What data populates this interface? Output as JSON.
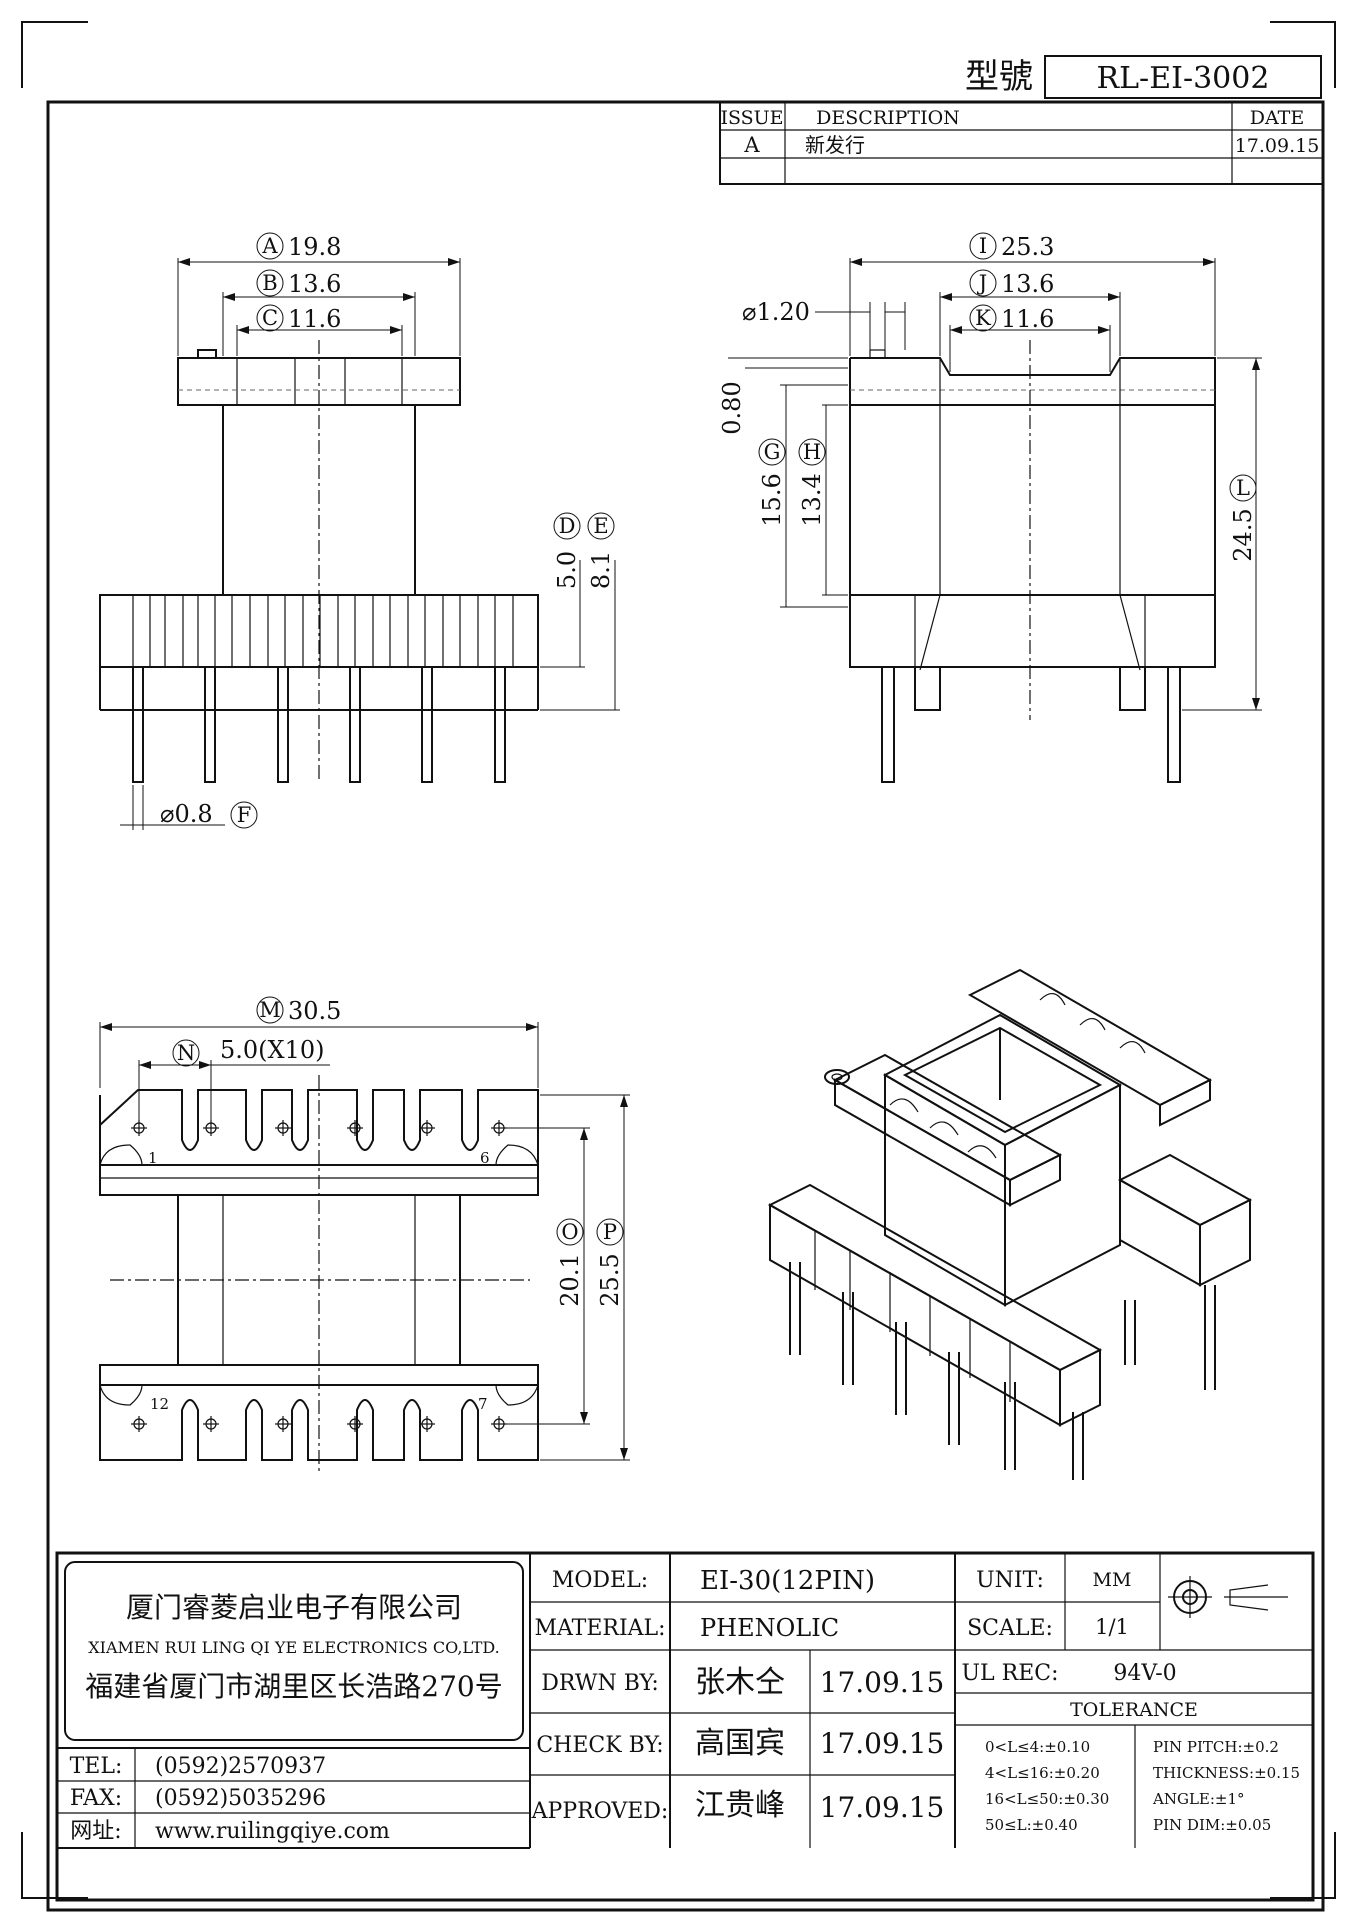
{
  "header": {
    "model_label": "型號",
    "model_value": "RL-EI-3002"
  },
  "revision": {
    "col_issue": "ISSUE",
    "col_description": "DESCRIPTION",
    "col_date": "DATE",
    "row_issue": "A",
    "row_description": "新发行",
    "row_date": "17.09.15"
  },
  "dims": {
    "A": {
      "letter": "A",
      "value": "19.8"
    },
    "B": {
      "letter": "B",
      "value": "13.6"
    },
    "C": {
      "letter": "C",
      "value": "11.6"
    },
    "D": {
      "letter": "D",
      "value": "5.0"
    },
    "E": {
      "letter": "E",
      "value": "8.1"
    },
    "F": {
      "letter": "F",
      "value": "⌀0.8"
    },
    "G": {
      "letter": "G",
      "value": "15.6"
    },
    "H": {
      "letter": "H",
      "value": "13.4"
    },
    "I": {
      "letter": "I",
      "value": "25.3"
    },
    "J": {
      "letter": "J",
      "value": "13.6"
    },
    "K": {
      "letter": "K",
      "value": "11.6"
    },
    "L": {
      "letter": "L",
      "value": "24.5"
    },
    "M": {
      "letter": "M",
      "value": "30.5"
    },
    "N": {
      "letter": "N",
      "value": "5.0(X10)"
    },
    "O": {
      "letter": "O",
      "value": "20.1"
    },
    "P": {
      "letter": "P",
      "value": "25.5"
    },
    "pin_hole": "⌀1.20",
    "flange": "0.80"
  },
  "pins": {
    "p1": "1",
    "p6": "6",
    "p7": "7",
    "p12": "12"
  },
  "company": {
    "name_cn": "厦门睿菱启业电子有限公司",
    "name_en": "XIAMEN RUI LING QI YE ELECTRONICS CO,LTD.",
    "address": "福建省厦门市湖里区长浩路270号",
    "tel_label": "TEL:",
    "tel": "(0592)2570937",
    "fax_label": "FAX:",
    "fax": "(0592)5035296",
    "web_label": "网址:",
    "web": "www.ruilingqiye.com"
  },
  "titleblock": {
    "model_label": "MODEL:",
    "model": "EI-30(12PIN)",
    "material_label": "MATERIAL:",
    "material": "PHENOLIC",
    "drawn_label": "DRWN BY:",
    "drawn_by": "张木仝",
    "drawn_date": "17.09.15",
    "check_label": "CHECK BY:",
    "check_by": "高国宾",
    "check_date": "17.09.15",
    "approved_label": "APPROVED:",
    "approved_by": "江贵峰",
    "approved_date": "17.09.15",
    "unit_label": "UNIT:",
    "unit": "MM",
    "scale_label": "SCALE:",
    "scale": "1/1",
    "ul_label": "UL REC:",
    "ul": "94V-0",
    "tolerance_title": "TOLERANCE",
    "tol1": "0<L≤4:±0.10",
    "tol2": "4<L≤16:±0.20",
    "tol3": "16<L≤50:±0.30",
    "tol4": "50≤L:±0.40",
    "tol5": "PIN PITCH:±0.2",
    "tol6": "THICKNESS:±0.15",
    "tol7": "ANGLE:±1°",
    "tol8": "PIN DIM:±0.05"
  }
}
